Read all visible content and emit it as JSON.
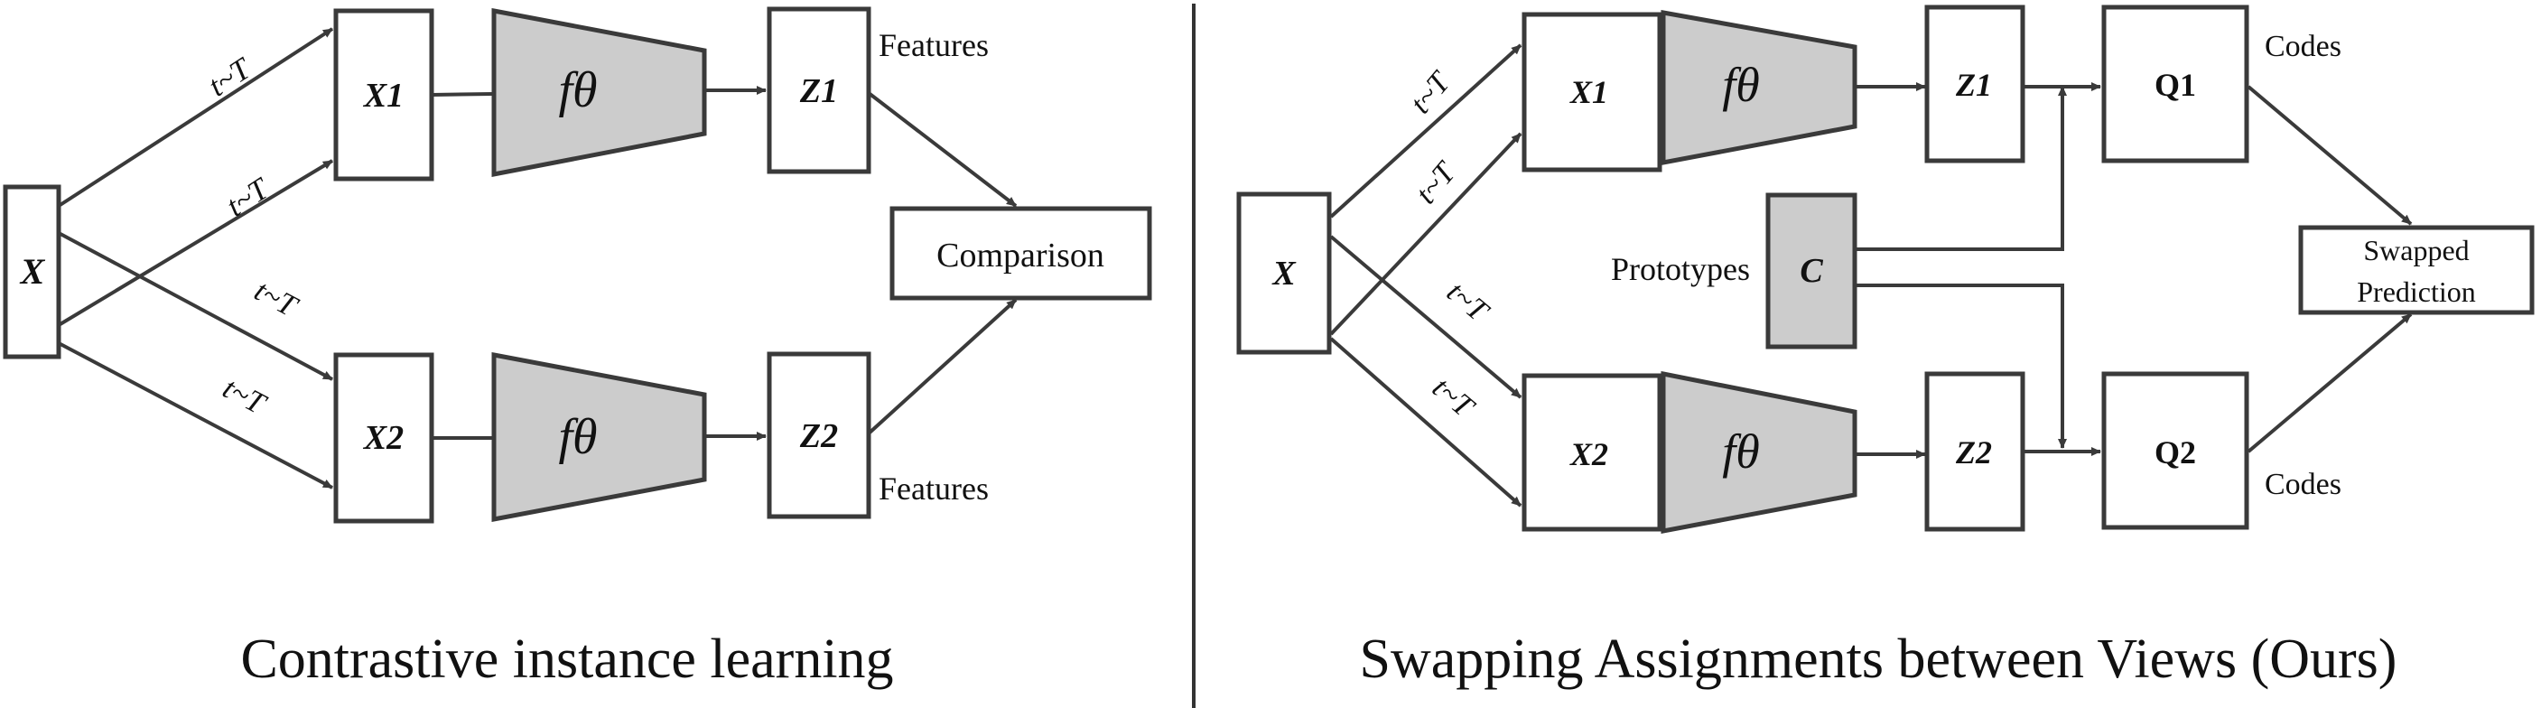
{
  "left_panel": {
    "input": "X",
    "aug_labels": [
      "t~T",
      "t~T",
      "t~T",
      "t~T"
    ],
    "view1": "X1",
    "view2": "X2",
    "encoder": "fθ",
    "feat1": "Z1",
    "feat2": "Z2",
    "features_label_top": "Features",
    "features_label_bottom": "Features",
    "comparison": "Comparison",
    "caption": "Contrastive instance learning"
  },
  "right_panel": {
    "input": "X",
    "aug_labels": [
      "t~T",
      "t~T",
      "t~T",
      "t~T"
    ],
    "view1": "X1",
    "view2": "X2",
    "encoder": "fθ",
    "feat1": "Z1",
    "feat2": "Z2",
    "prototypes_label": "Prototypes",
    "prototypes": "C",
    "code1": "Q1",
    "code2": "Q2",
    "codes_label_top": "Codes",
    "codes_label_bottom": "Codes",
    "swapped_line1": "Swapped",
    "swapped_line2": "Prediction",
    "caption": "Swapping Assignments between Views (Ours)"
  },
  "colors": {
    "stroke": "#3a3a3a",
    "encoder_fill": "#cccccc",
    "prototype_fill": "#cccccc"
  }
}
